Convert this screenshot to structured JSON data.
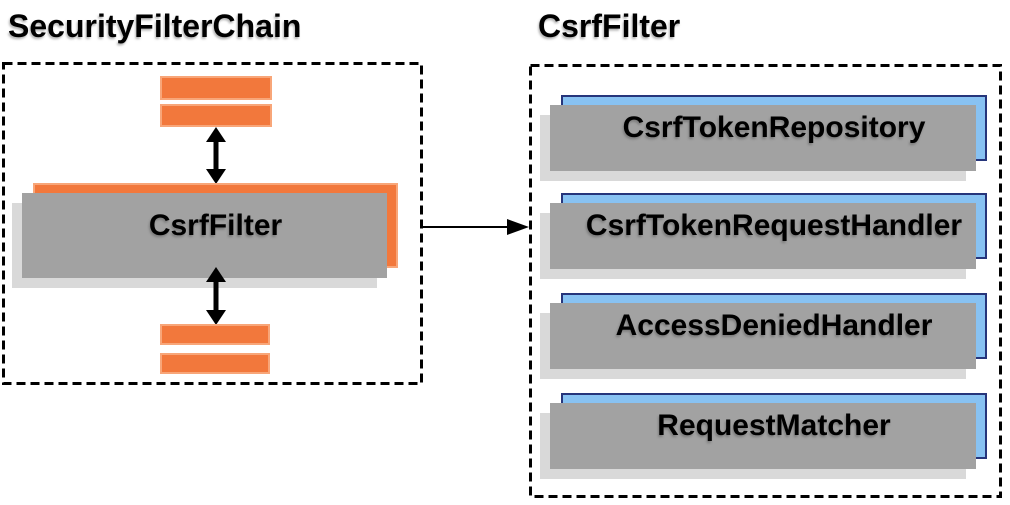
{
  "left_panel": {
    "title": "SecurityFilterChain",
    "filter_node_label": "CsrfFilter",
    "top_bars": 2,
    "bottom_bars": 2
  },
  "right_panel": {
    "title": "CsrfFilter",
    "boxes": [
      {
        "label": "CsrfTokenRepository"
      },
      {
        "label": "CsrfTokenRequestHandler"
      },
      {
        "label": "AccessDeniedHandler"
      },
      {
        "label": "RequestMatcher"
      }
    ]
  },
  "icons": {
    "vertical_arrows": "bidirectional-arrow-icon",
    "flow_arrow": "right-arrow-icon"
  },
  "colors": {
    "orange_fill": "#f2783c",
    "orange_border": "#f8a679",
    "blue_fill": "#88c2f2",
    "blue_border": "#26357b",
    "shadow_dark": "#a2a2a2",
    "shadow_light": "#d9d9d9",
    "boundary": "#000000",
    "text": "#000000",
    "background": "#ffffff"
  }
}
